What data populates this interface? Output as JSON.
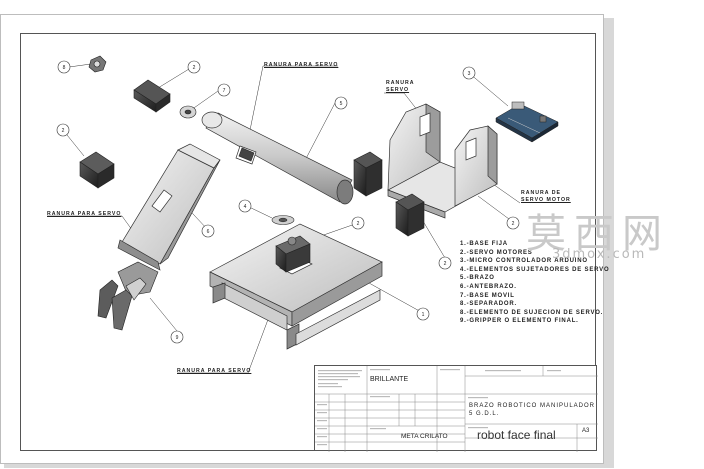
{
  "callouts": {
    "c1": "1",
    "c2": "2",
    "c3": "3",
    "c4": "4",
    "c5": "5",
    "c6": "6",
    "c7": "7",
    "c8": "8",
    "c9": "9"
  },
  "labels": {
    "ranura_servo_top": "RANURA PARA SERVO",
    "ranura_servo_right_1": "RANURA",
    "ranura_servo_right_2": "SERVO",
    "ranura_servo_left": "RANURA PARA SERVO",
    "ranura_servo_bottom": "RANURA PARA SERVO",
    "ranura_servomotor_1": "RANURA DE",
    "ranura_servomotor_2": "SERVO MOTOR"
  },
  "legend": [
    "1.-BASE FIJA",
    "2.-SERVO MOTORES",
    "3.-MICRO CONTROLADOR ARDUINO",
    "4.-ELEMENTOS SUJETADORES DE SERVO",
    "5.-BRAZO",
    "6.-ANTEBRAZO.",
    "7.-BASE MOVIL",
    "8.-SEPARADOR.",
    "8.-ELEMENTO DE SUJECION DE SERVO.",
    "9.-GRIPPER O ELEMENTO FINAL."
  ],
  "title_block": {
    "finish": "BRILLANTE",
    "title_line_1": "BRAZO ROBOTICO MANIPULADOR",
    "title_line_2": "5 G.D.L.",
    "material": "META CRILATO",
    "drawing_name": "robot face final",
    "sheet_size": "A3"
  },
  "watermark": {
    "cn": "莫西网",
    "url": "3dmox.com"
  }
}
